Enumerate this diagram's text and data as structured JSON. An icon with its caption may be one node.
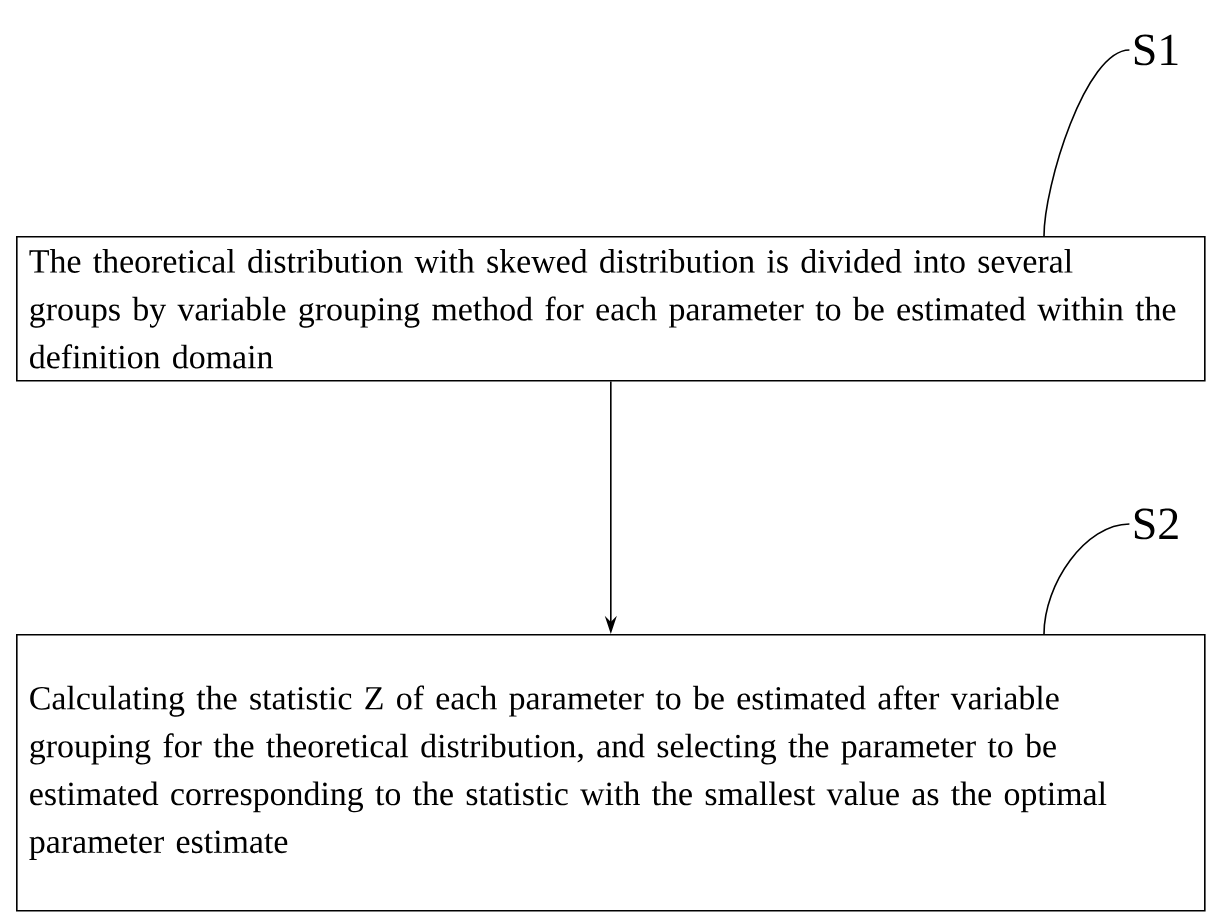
{
  "diagram": {
    "nodes": [
      {
        "text": [
          "S1"
        ]
      },
      {
        "text": [
          "The theoretical distribution with skewed distribution is divided into several groups by variable grouping method for each parameter to be estimated within the definition domain"
        ]
      },
      {
        "text": [
          "S2"
        ]
      },
      {
        "text": [
          "Calculating the statistic Z of each parameter to be estimated after variable grouping for the theoretical distribution, and selecting the parameter to be estimated corresponding to the statistic with the smallest value as the optimal parameter estimate"
        ]
      }
    ],
    "edges": [
      {
        "from": 0,
        "to": 1,
        "arrow": "none"
      },
      {
        "from": 1,
        "to": 3,
        "arrow": "to"
      },
      {
        "from": 2,
        "to": 3,
        "arrow": "none"
      }
    ]
  }
}
